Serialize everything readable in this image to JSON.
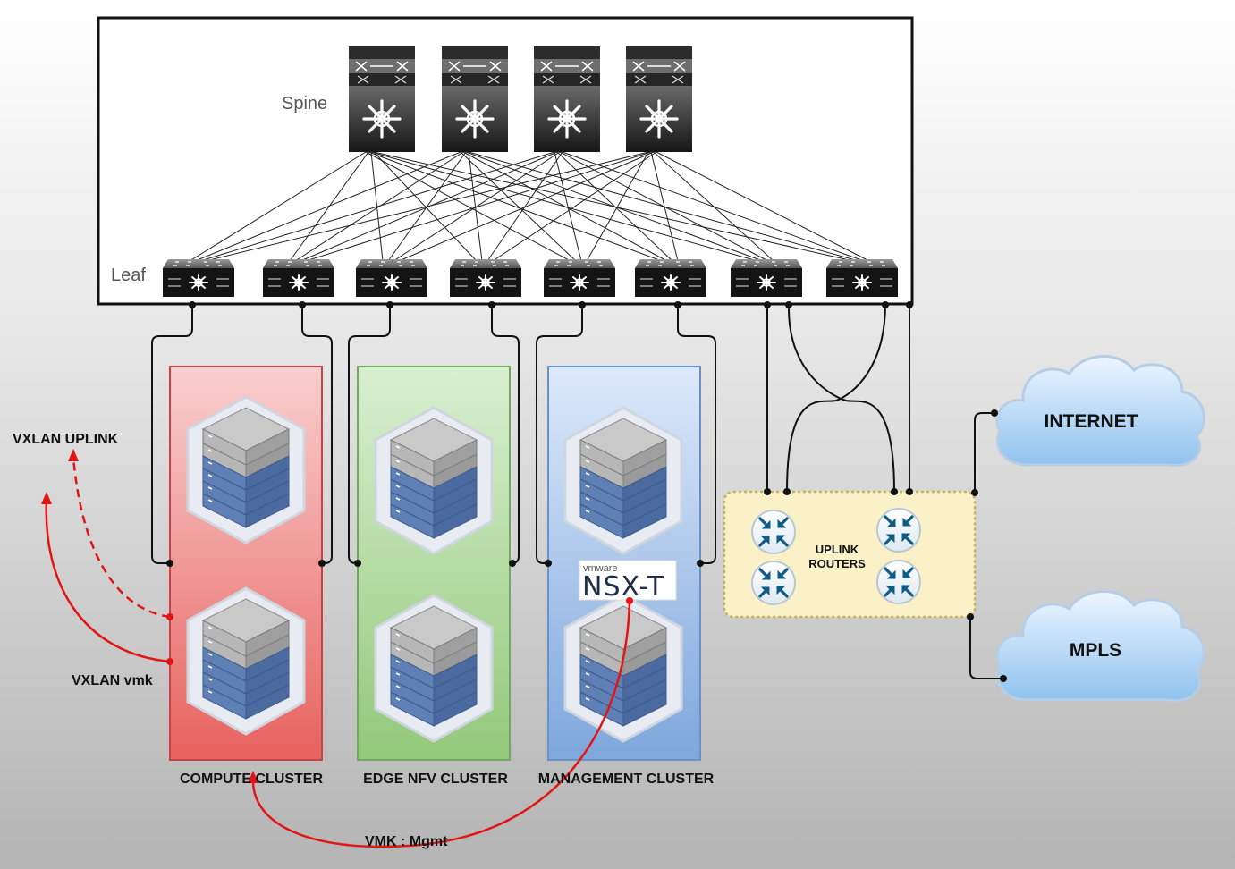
{
  "fabric": {
    "spine_label": "Spine",
    "leaf_label": "Leaf"
  },
  "clusters": {
    "compute": {
      "label": "COMPUTE CLUSTER",
      "fill_top": "#f7c9c9",
      "fill_bottom": "#e8625f",
      "border": "#c84444"
    },
    "edge": {
      "label": "EDGE NFV CLUSTER",
      "fill_top": "#d7edcf",
      "fill_bottom": "#93c97a",
      "border": "#73a95f"
    },
    "management": {
      "label": "MANAGEMENT CLUSTER",
      "fill_top": "#dceafc",
      "fill_bottom": "#7ea7dc",
      "border": "#6990c8"
    }
  },
  "nsx": {
    "vendor": "vmware",
    "product": "NSX-T"
  },
  "uplink_routers": {
    "label_line1": "UPLINK",
    "label_line2": "ROUTERS",
    "fill": "#fbf1c9",
    "border": "#c9b34f"
  },
  "clouds": {
    "internet": "INTERNET",
    "mpls": "MPLS"
  },
  "annotations": {
    "vxlan_uplink": "VXLAN UPLINK",
    "vxlan_vmk": "VXLAN vmk",
    "vmk_mgmt": "VMK : Mgmt"
  },
  "colors": {
    "annotation_line": "#e31414",
    "wire": "#111111"
  },
  "icons": {
    "spine": "spine-switch-icon",
    "leaf": "leaf-switch-icon",
    "server": "server-stack-icon",
    "router": "router-icon",
    "cloud": "cloud-icon"
  }
}
